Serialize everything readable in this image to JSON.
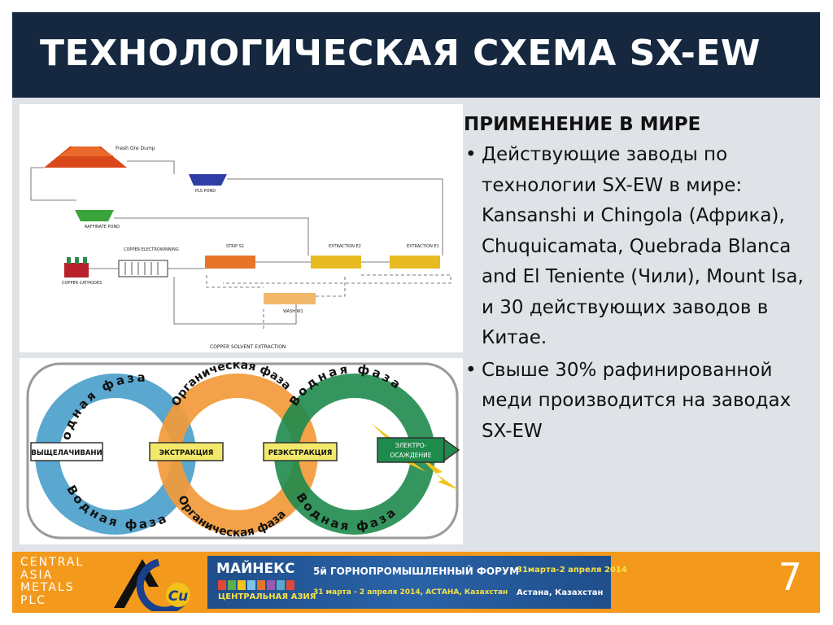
{
  "header": {
    "title": "ТЕХНОЛОГИЧЕСКАЯ СХЕМА SX-EW"
  },
  "flow_diagram": {
    "labels": {
      "fresh_ore_dump": "Fresh Ore Dump",
      "pls_pond": "PLS POND",
      "raffinate_pond": "RAFFINATE POND",
      "copper_electrowinning": "COPPER ELECTROWINNING",
      "copper_cathodes": "COPPER CATHODES",
      "strip_s1": "STRIP S1",
      "extraction_e2": "EXTRACTION E2",
      "extraction_e1": "EXTRACTION E1",
      "wash_w1": "WASH W1",
      "caption": "COPPER SOLVENT EXTRACTION"
    }
  },
  "phase_diagram": {
    "arcs": {
      "aqueous_left_top": "Водная фаза",
      "organic_top": "Органическая фаза",
      "aqueous_right_top": "Водная фаза",
      "aqueous_left_bottom": "Водная фаза",
      "organic_bottom": "Органическая фаза",
      "aqueous_right_bottom": "Водная фаза"
    },
    "stages": {
      "leaching": "ВЫЩЕЛАЧИВАНИ",
      "extraction": "ЭКСТРАКЦИЯ",
      "reextraction": "РЕЭКСТРАКЦИЯ",
      "electrowinning_line1": "ЭЛЕКТРО-",
      "electrowinning_line2": "ОСАЖДЕНИЕ"
    }
  },
  "application": {
    "heading": "ПРИМЕНЕНИЕ В МИРЕ",
    "bullets": [
      "Действующие заводы по технологии SX-EW в мире: Kansanshi и Chingola (Африка), Chuquicamata, Quebrada Blanca and El Teniente (Чили), Mount Isa, и 30 действующих заводов в Китае.",
      "Свыше 30% рафинированной меди производится на заводах SX-EW"
    ],
    "bullet_char": "•"
  },
  "footer": {
    "brand_lines": [
      "CENTRAL",
      "ASIA",
      "METALS",
      "PLC"
    ],
    "logo_letters": "Cu",
    "forum": {
      "name": "МАЙНЕКС",
      "region": "ЦЕНТРАЛЬНАЯ АЗИЯ",
      "title": "5й ГОРНОПРОМЫШЛЕННЫЙ ФОРУМ",
      "subtitle": "31 марта - 2 апреля 2014, АСТАНА, Казахстан",
      "dates": "31марта-2 апреля 2014",
      "city": "Астана, Казахстан"
    },
    "page_number": "7"
  },
  "colors": {
    "header_bg": "#15283f",
    "content_bg": "#dfe2e6",
    "footer_bg": "#f39a1d",
    "aqueous_green": "#1e8a4c",
    "organic_orange": "#f29a3a",
    "aqueous_blue": "#5aa7cf"
  }
}
